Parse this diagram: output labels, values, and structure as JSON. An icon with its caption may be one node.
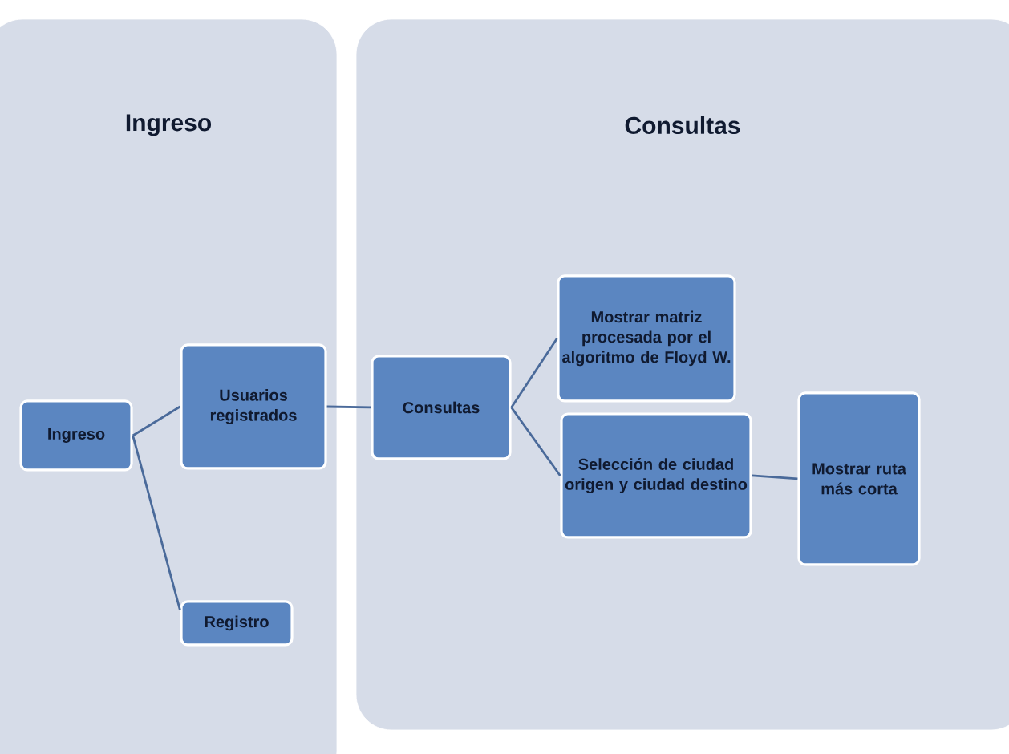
{
  "diagram": {
    "nodes": [
      {
        "text": [
          "Ingreso"
        ]
      },
      {
        "text": [
          "Consultas"
        ]
      },
      {
        "text": [
          "Ingreso"
        ],
        "in": 0
      },
      {
        "text": [
          "Usuarios registrados"
        ],
        "in": 0
      },
      {
        "text": [
          "Registro"
        ],
        "in": 0
      },
      {
        "text": [
          "Consultas"
        ],
        "in": 1
      },
      {
        "text": [
          "Mostrar matriz procesada por el algoritmo de Floyd W."
        ],
        "in": 1
      },
      {
        "text": [
          "Selección de ciudad origen y ciudad destino"
        ],
        "in": 1
      },
      {
        "text": [
          "Mostrar ruta más corta"
        ],
        "in": 1
      }
    ],
    "edges": [
      {
        "from": 2,
        "to": 3,
        "arrow": "none"
      },
      {
        "from": 2,
        "to": 4,
        "arrow": "none"
      },
      {
        "from": 3,
        "to": 5,
        "arrow": "none"
      },
      {
        "from": 5,
        "to": 6,
        "arrow": "none"
      },
      {
        "from": 5,
        "to": 7,
        "arrow": "none"
      },
      {
        "from": 7,
        "to": 8,
        "arrow": "none"
      }
    ]
  }
}
